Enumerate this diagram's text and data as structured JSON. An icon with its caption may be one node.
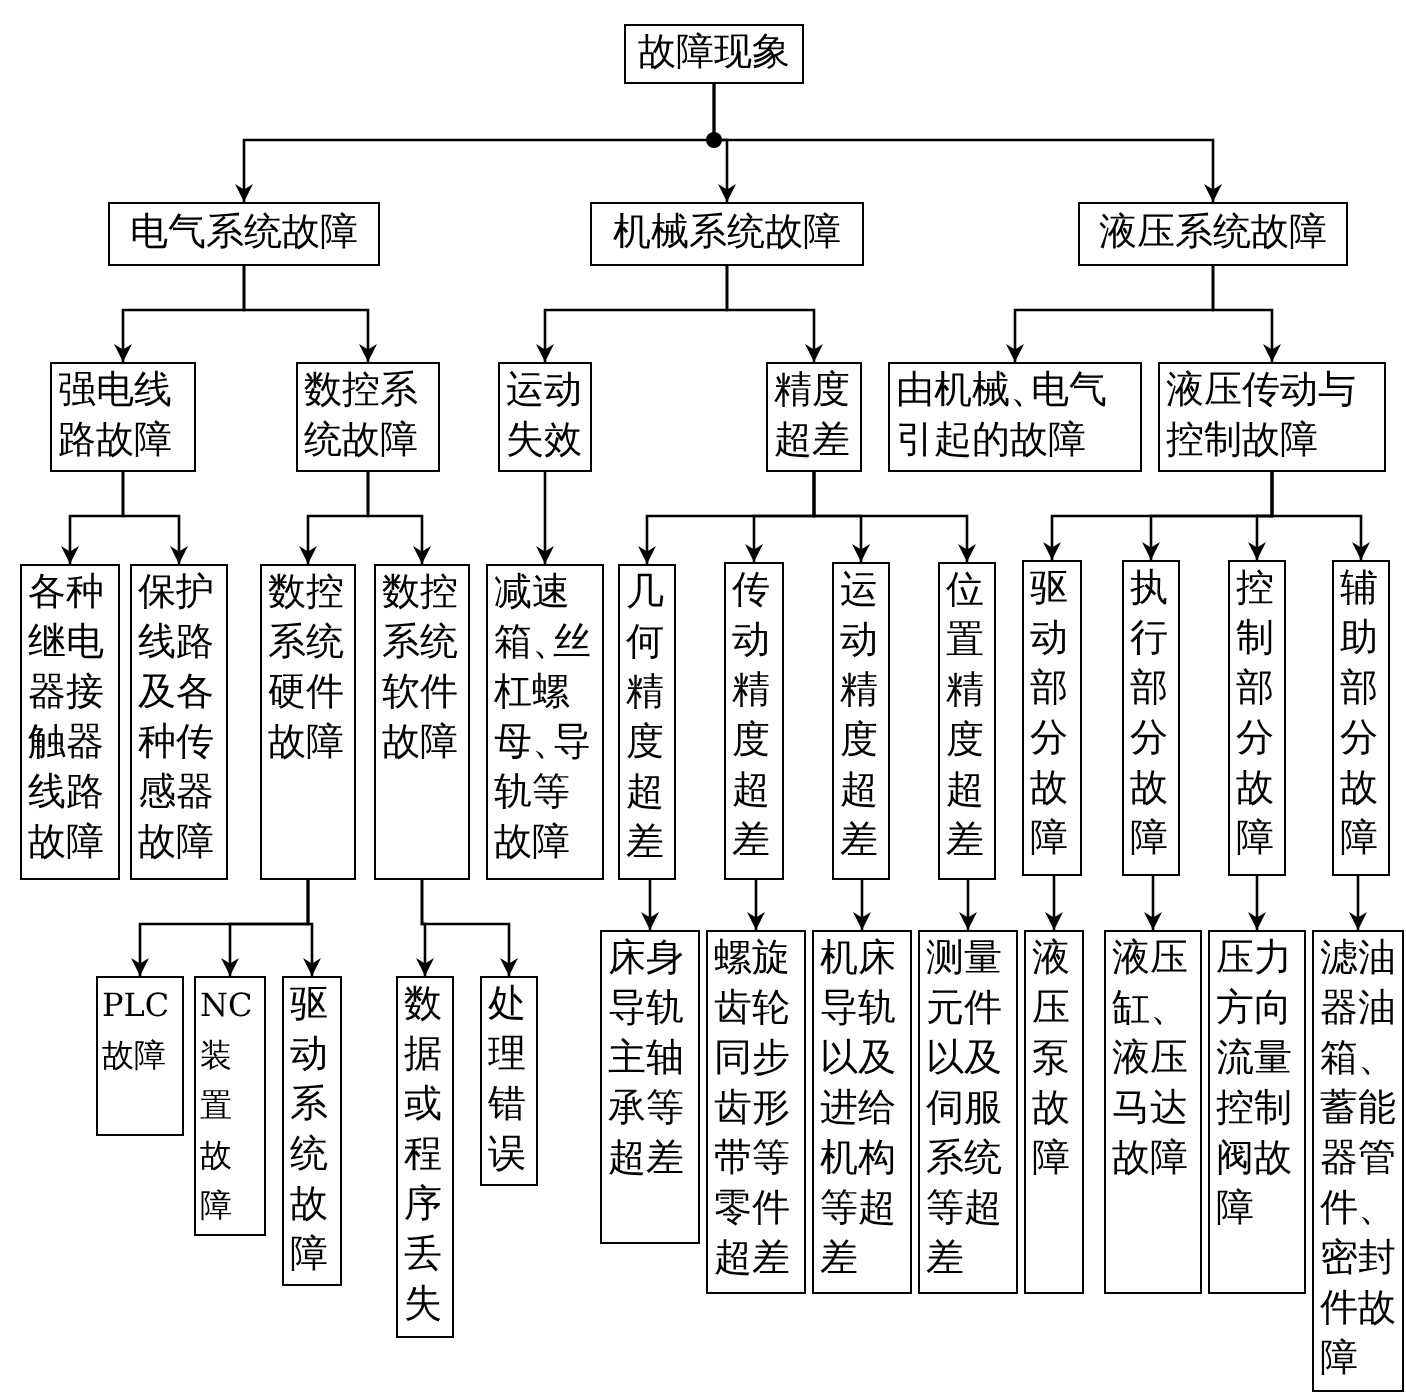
{
  "diagram": {
    "nodes": [
      {
        "text": [
          "故障现象"
        ]
      },
      {
        "text": [
          "电气系统故障"
        ]
      },
      {
        "text": [
          "机械系统故障"
        ]
      },
      {
        "text": [
          "液压系统故障"
        ]
      },
      {
        "text": [
          "强电线路故障"
        ]
      },
      {
        "text": [
          "数控系统故障"
        ]
      },
      {
        "text": [
          "运动失效"
        ]
      },
      {
        "text": [
          "精度超差"
        ]
      },
      {
        "text": [
          "由机械、电气引起的故障"
        ]
      },
      {
        "text": [
          "液压传动与控制故障"
        ]
      },
      {
        "text": [
          "各种继电器接触器线路故障"
        ]
      },
      {
        "text": [
          "保护线路及各种传感器故障"
        ]
      },
      {
        "text": [
          "数控系统硬件故障"
        ]
      },
      {
        "text": [
          "数控系统软件故障"
        ]
      },
      {
        "text": [
          "减速箱、丝杠螺母、导轨等故障"
        ]
      },
      {
        "text": [
          "几何精度超差"
        ]
      },
      {
        "text": [
          "传动精度超差"
        ]
      },
      {
        "text": [
          "运动精度超差"
        ]
      },
      {
        "text": [
          "位置精度超差"
        ]
      },
      {
        "text": [
          "驱动部分故障"
        ]
      },
      {
        "text": [
          "执行部分故障"
        ]
      },
      {
        "text": [
          "控制部分故障"
        ]
      },
      {
        "text": [
          "辅助部分故障"
        ]
      },
      {
        "text": [
          "PLC故障"
        ]
      },
      {
        "text": [
          "NC装置故障"
        ]
      },
      {
        "text": [
          "驱动系统故障"
        ]
      },
      {
        "text": [
          "数据或程序丢失"
        ]
      },
      {
        "text": [
          "处理错误"
        ]
      },
      {
        "text": [
          "床身导轨主轴承等超差"
        ]
      },
      {
        "text": [
          "螺旋齿轮同步齿形带等零件超差"
        ]
      },
      {
        "text": [
          "机床导轨以及进给机构等超差"
        ]
      },
      {
        "text": [
          "测量元件以及伺服系统等超差"
        ]
      },
      {
        "text": [
          "液压泵故障"
        ]
      },
      {
        "text": [
          "液压缸、液压马达故障"
        ]
      },
      {
        "text": [
          "压力方向流量控制阀故障"
        ]
      },
      {
        "text": [
          "滤油器油箱、蓄能器管件、密封件故障"
        ]
      }
    ],
    "edges": [
      {
        "from": 0,
        "to": 1,
        "arrow": "to"
      },
      {
        "from": 0,
        "to": 2,
        "arrow": "to"
      },
      {
        "from": 0,
        "to": 3,
        "arrow": "to"
      },
      {
        "from": 1,
        "to": 4,
        "arrow": "to"
      },
      {
        "from": 1,
        "to": 5,
        "arrow": "to"
      },
      {
        "from": 2,
        "to": 6,
        "arrow": "to"
      },
      {
        "from": 2,
        "to": 7,
        "arrow": "to"
      },
      {
        "from": 3,
        "to": 8,
        "arrow": "to"
      },
      {
        "from": 3,
        "to": 9,
        "arrow": "to"
      },
      {
        "from": 4,
        "to": 10,
        "arrow": "to"
      },
      {
        "from": 4,
        "to": 11,
        "arrow": "to"
      },
      {
        "from": 5,
        "to": 12,
        "arrow": "to"
      },
      {
        "from": 5,
        "to": 13,
        "arrow": "to"
      },
      {
        "from": 6,
        "to": 14,
        "arrow": "to"
      },
      {
        "from": 7,
        "to": 15,
        "arrow": "to"
      },
      {
        "from": 7,
        "to": 16,
        "arrow": "to"
      },
      {
        "from": 7,
        "to": 17,
        "arrow": "to"
      },
      {
        "from": 7,
        "to": 18,
        "arrow": "to"
      },
      {
        "from": 9,
        "to": 19,
        "arrow": "to"
      },
      {
        "from": 9,
        "to": 20,
        "arrow": "to"
      },
      {
        "from": 9,
        "to": 21,
        "arrow": "to"
      },
      {
        "from": 9,
        "to": 22,
        "arrow": "to"
      },
      {
        "from": 12,
        "to": 23,
        "arrow": "to"
      },
      {
        "from": 12,
        "to": 24,
        "arrow": "to"
      },
      {
        "from": 12,
        "to": 25,
        "arrow": "to"
      },
      {
        "from": 13,
        "to": 26,
        "arrow": "to"
      },
      {
        "from": 13,
        "to": 27,
        "arrow": "to"
      },
      {
        "from": 15,
        "to": 28,
        "arrow": "to"
      },
      {
        "from": 16,
        "to": 29,
        "arrow": "to"
      },
      {
        "from": 17,
        "to": 30,
        "arrow": "to"
      },
      {
        "from": 18,
        "to": 31,
        "arrow": "to"
      },
      {
        "from": 19,
        "to": 32,
        "arrow": "to"
      },
      {
        "from": 20,
        "to": 33,
        "arrow": "to"
      },
      {
        "from": 21,
        "to": 34,
        "arrow": "to"
      },
      {
        "from": 22,
        "to": 35,
        "arrow": "to"
      }
    ]
  }
}
